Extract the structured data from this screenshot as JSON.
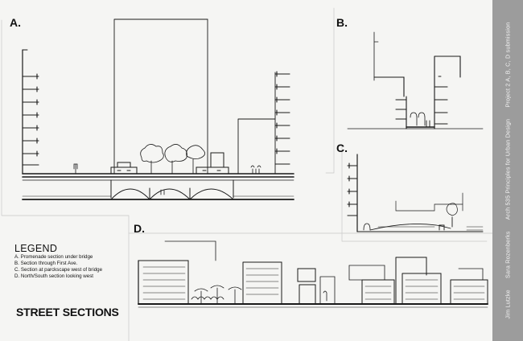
{
  "panels": [
    {
      "id": "A",
      "label": "A."
    },
    {
      "id": "B",
      "label": "B."
    },
    {
      "id": "C",
      "label": "C."
    },
    {
      "id": "D",
      "label": "D."
    }
  ],
  "legend": {
    "title": "LEGEND",
    "items": [
      "A. Promenade section under bridge",
      "B. Section through First Ave.",
      "C. Section at parckscape west of bridge",
      "D. North/South section looking west"
    ]
  },
  "title": "STREET SECTIONS",
  "sidebar": {
    "items": [
      "Jim Lutzke",
      "Sara Rozenberks",
      "Arch 535 Principles for Urban Design",
      "Project 2 A, B, C, D submission"
    ]
  },
  "colors": {
    "sidebar": "#9c9c9c",
    "paper": "#f5f5f3",
    "ink": "#1a1a1a"
  }
}
